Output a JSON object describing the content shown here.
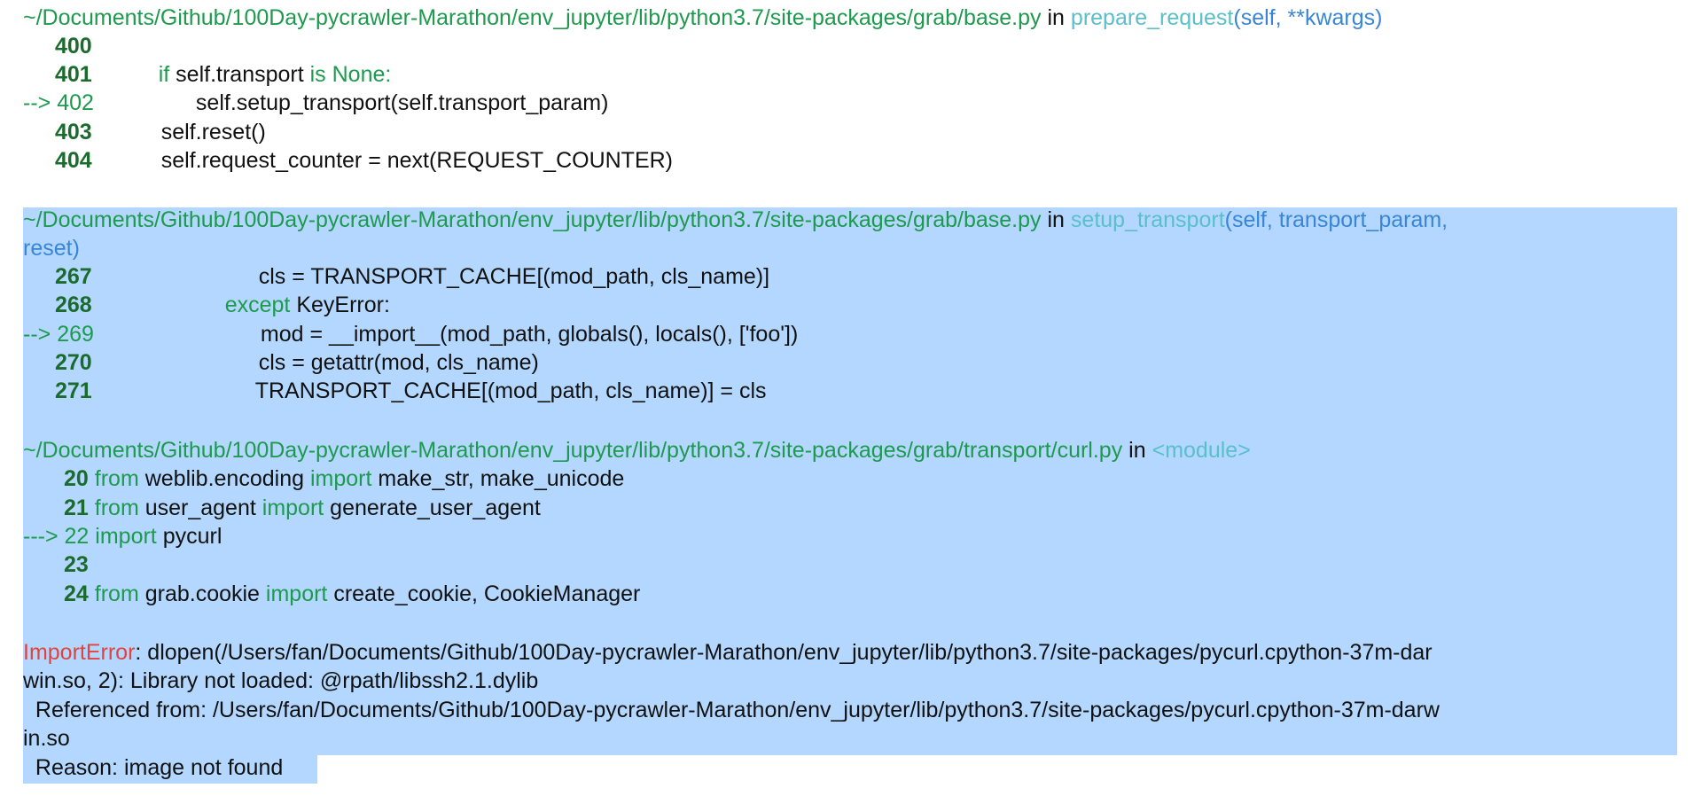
{
  "frames": [
    {
      "path": "~/Documents/Github/100Day-pycrawler-Marathon/env_jupyter/lib/python3.7/site-packages/grab/base.py",
      "in": "in",
      "func": "prepare_request",
      "args": "(self, **kwargs)",
      "lines": [
        {
          "no": "400",
          "code": ""
        },
        {
          "no": "401",
          "pre": "if",
          "code": " self.transport ",
          "kw2": "is None",
          "post": ":"
        },
        {
          "arrow": "--> 402",
          "code": "self.setup_transport(self.transport_param)"
        },
        {
          "no": "403",
          "code": "self.reset()"
        },
        {
          "no": "404",
          "code": "self.request_counter = next(REQUEST_COUNTER)"
        }
      ]
    },
    {
      "path": "~/Documents/Github/100Day-pycrawler-Marathon/env_jupyter/lib/python3.7/site-packages/grab/base.py",
      "in": "in",
      "func": "setup_transport",
      "args": "(self, transport_param,",
      "args2": "reset)",
      "lines": [
        {
          "no": "267",
          "code": "cls = TRANSPORT_CACHE[(mod_path, cls_name)]"
        },
        {
          "no": "268",
          "kw": "except",
          "code": " KeyError:"
        },
        {
          "arrow": "--> 269",
          "code": "mod = __import__(mod_path, globals(), locals(), ['foo'])"
        },
        {
          "no": "270",
          "code": "cls = getattr(mod, cls_name)"
        },
        {
          "no": "271",
          "code": "TRANSPORT_CACHE[(mod_path, cls_name)] = cls"
        }
      ]
    },
    {
      "path": "~/Documents/Github/100Day-pycrawler-Marathon/env_jupyter/lib/python3.7/site-packages/grab/transport/curl.py",
      "in": "in",
      "func": "<module>",
      "lines": [
        {
          "no": "20",
          "kw": "from",
          "mod": " weblib.encoding ",
          "kw2": "import",
          "code": " make_str, make_unicode"
        },
        {
          "no": "21",
          "kw": "from",
          "mod": " user_agent ",
          "kw2": "import",
          "code": " generate_user_agent"
        },
        {
          "arrow": "---> 22",
          "kw": "import",
          "code": " pycurl"
        },
        {
          "no": "23",
          "code": ""
        },
        {
          "no": "24",
          "kw": "from",
          "mod": " grab.cookie ",
          "kw2": "import",
          "code": " create_cookie, CookieManager"
        }
      ]
    }
  ],
  "error": {
    "name": "ImportError",
    "msg1": ": dlopen(/Users/fan/Documents/Github/100Day-pycrawler-Marathon/env_jupyter/lib/python3.7/site-packages/pycurl.cpython-37m-dar",
    "msg2": "win.so, 2): Library not loaded: @rpath/libssh2.1.dylib",
    "msg3": "  Referenced from: /Users/fan/Documents/Github/100Day-pycrawler-Marathon/env_jupyter/lib/python3.7/site-packages/pycurl.cpython-37m-darw",
    "msg4": "in.so",
    "msg5": "  Reason: image not found"
  },
  "colors": {
    "selection": "#b3d7ff",
    "path": "#1e9a4e",
    "function": "#5bbfc9",
    "error": "#e0443e"
  }
}
